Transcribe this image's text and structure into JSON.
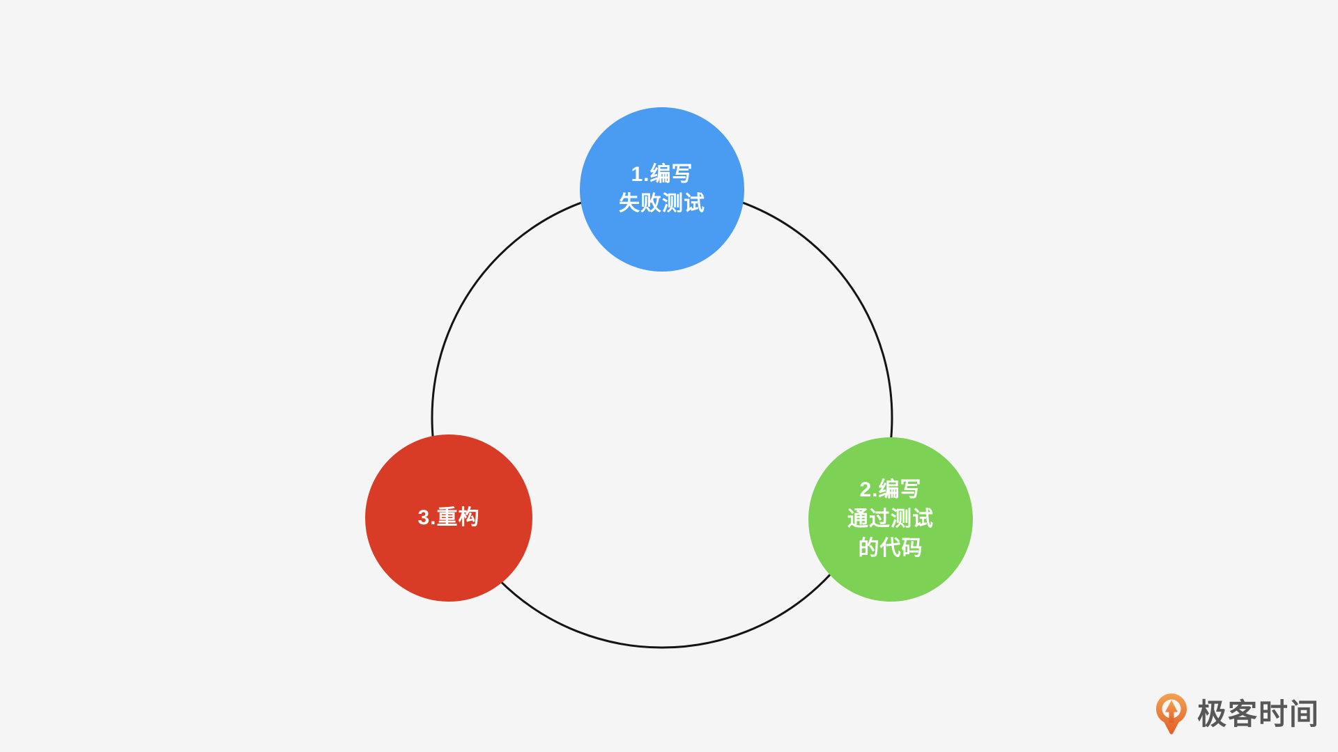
{
  "canvas": {
    "background_color": "#f4f5f4"
  },
  "diagram": {
    "kind": "cycle",
    "ring": {
      "color": "#141414"
    },
    "nodes": [
      {
        "id": "write-failing-test",
        "label": "1.编写\n失败测试",
        "color": "#4a9bf2",
        "text_color": "#ffffff"
      },
      {
        "id": "write-passing-code",
        "label": "2.编写\n通过测试\n的代码",
        "color": "#7dd155",
        "text_color": "#ffffff"
      },
      {
        "id": "refactor",
        "label": "3.重构",
        "color": "#d93c26",
        "text_color": "#ffffff"
      }
    ]
  },
  "branding": {
    "logo_icon": "geektime-pin-icon",
    "logo_text": "极客时间",
    "text_color": "#575757",
    "orange_light": "#f5a14f",
    "orange_dark": "#e15f28"
  }
}
